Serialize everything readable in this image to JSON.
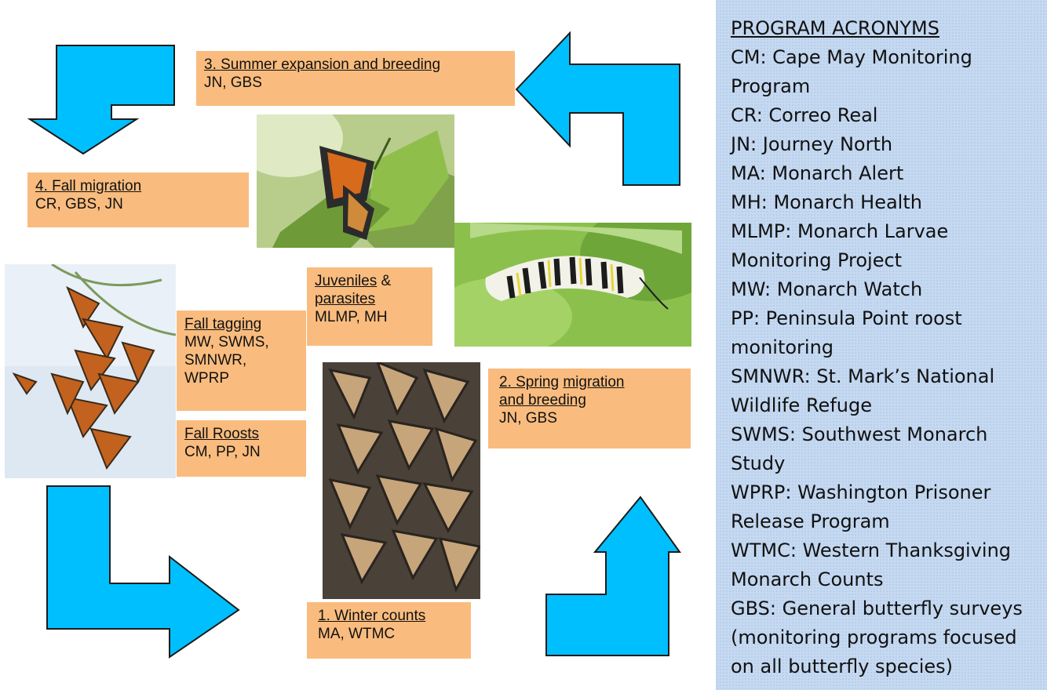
{
  "stages": {
    "summer": {
      "title": "3. Summer expansion and breeding",
      "programs": "JN, GBS"
    },
    "fall_migration": {
      "title": "4. Fall migration",
      "programs": "CR, GBS, JN"
    },
    "juveniles": {
      "title_a": "Juveniles",
      "title_amp": " & ",
      "title_b": "parasites",
      "programs": "MLMP, MH"
    },
    "fall_tagging": {
      "title": "Fall tagging",
      "programs": "MW, SWMS, SMNWR, WPRP"
    },
    "fall_roosts": {
      "title": "Fall Roosts",
      "programs": "CM, PP, JN"
    },
    "spring": {
      "title_a": "2. Spring",
      "title_b": "migration",
      "title_c": "and breeding",
      "programs": "JN, GBS"
    },
    "winter": {
      "title": "1. Winter counts",
      "programs": "MA, WTMC"
    }
  },
  "colors": {
    "box": "#f9bc7e",
    "arrow": "#00bfff",
    "legend_bg": "#c5d9f1"
  },
  "legend": {
    "heading": "PROGRAM ACRONYMS",
    "lines": [
      "CM: Cape May Monitoring",
      "Program",
      "CR: Correo Real",
      "JN: Journey North",
      "MA: Monarch Alert",
      "MH: Monarch Health",
      "MLMP: Monarch Larvae",
      "Monitoring Project",
      "MW: Monarch Watch",
      "PP: Peninsula Point roost",
      "monitoring",
      "SMNWR: St. Mark’s National",
      "Wildlife Refuge",
      "SWMS: Southwest Monarch",
      "Study",
      "WPRP: Washington Prisoner",
      "Release Program",
      "WTMC: Western Thanksgiving",
      "Monarch Counts",
      "GBS: General butterfly surveys",
      "(monitoring programs focused",
      "on all butterfly species)"
    ]
  }
}
